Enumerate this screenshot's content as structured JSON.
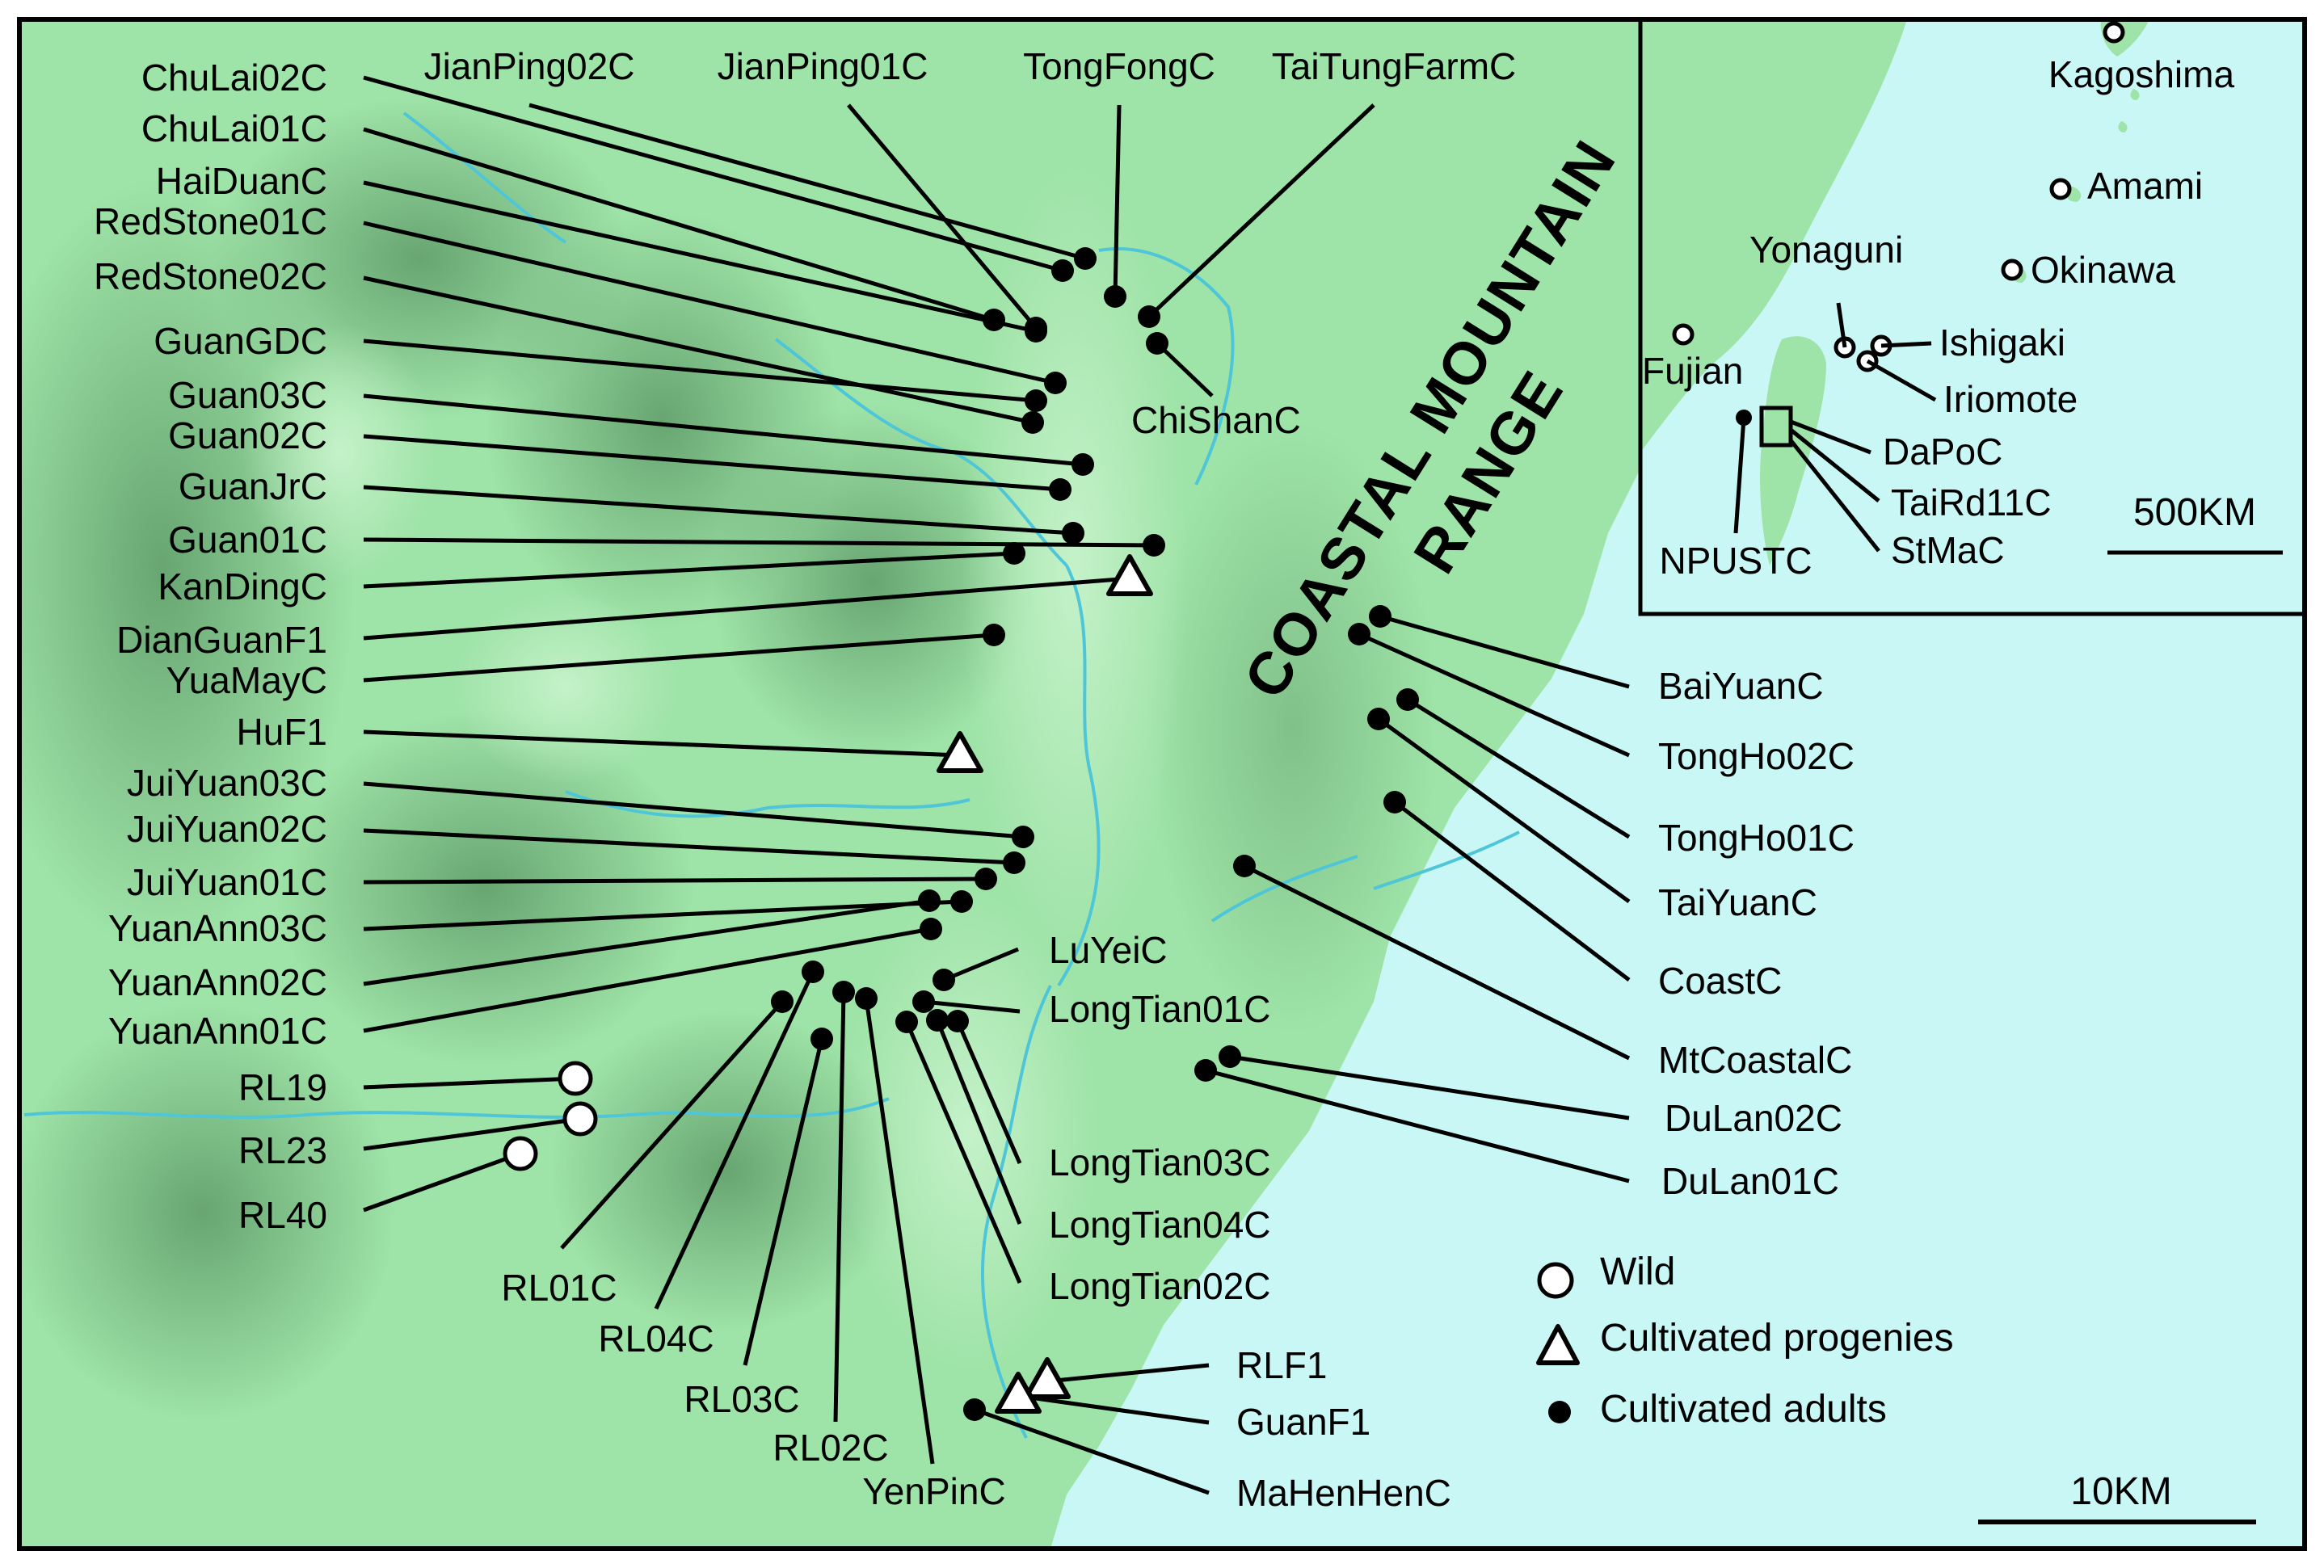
{
  "colors": {
    "sea": "#c8f7f5",
    "land": "#9ee3a7",
    "land_dark": "#6fae7a",
    "river": "#4ec6d8",
    "frame": "#000000"
  },
  "region_label": {
    "line1": "COASTAL MOUNTAIN",
    "line2": "RANGE"
  },
  "scale_main": "10KM",
  "scale_inset": "500KM",
  "legend": [
    {
      "symbol": "wild",
      "label": "Wild"
    },
    {
      "symbol": "progeny",
      "label": "Cultivated progenies"
    },
    {
      "symbol": "adult",
      "label": "Cultivated adults"
    }
  ],
  "inset_places": [
    {
      "name": "Kagoshima",
      "symbol": "open-circle"
    },
    {
      "name": "Amami",
      "symbol": "open-circle"
    },
    {
      "name": "Okinawa",
      "symbol": "open-circle"
    },
    {
      "name": "Yonaguni",
      "symbol": "open-circle"
    },
    {
      "name": "Ishigaki",
      "symbol": "open-circle"
    },
    {
      "name": "Iriomote",
      "symbol": "open-circle"
    },
    {
      "name": "Fujian",
      "symbol": "open-circle"
    },
    {
      "name": "DaPoC",
      "symbol": "study-area-box"
    },
    {
      "name": "TaiRd11C",
      "symbol": "study-area-box"
    },
    {
      "name": "StMaC",
      "symbol": "study-area-box"
    },
    {
      "name": "NPUSTC",
      "symbol": "dot"
    }
  ],
  "sites": [
    {
      "name": "ChuLai02C",
      "type": "adult"
    },
    {
      "name": "ChuLai01C",
      "type": "adult"
    },
    {
      "name": "HaiDuanC",
      "type": "adult"
    },
    {
      "name": "RedStone01C",
      "type": "adult"
    },
    {
      "name": "RedStone02C",
      "type": "adult"
    },
    {
      "name": "GuanGDC",
      "type": "adult"
    },
    {
      "name": "Guan03C",
      "type": "adult"
    },
    {
      "name": "Guan02C",
      "type": "adult"
    },
    {
      "name": "GuanJrC",
      "type": "adult"
    },
    {
      "name": "Guan01C",
      "type": "adult"
    },
    {
      "name": "KanDingC",
      "type": "adult"
    },
    {
      "name": "DianGuanF1",
      "type": "progeny"
    },
    {
      "name": "YuaMayC",
      "type": "adult"
    },
    {
      "name": "HuF1",
      "type": "progeny"
    },
    {
      "name": "JuiYuan03C",
      "type": "adult"
    },
    {
      "name": "JuiYuan02C",
      "type": "adult"
    },
    {
      "name": "JuiYuan01C",
      "type": "adult"
    },
    {
      "name": "YuanAnn03C",
      "type": "adult"
    },
    {
      "name": "YuanAnn02C",
      "type": "adult"
    },
    {
      "name": "YuanAnn01C",
      "type": "adult"
    },
    {
      "name": "RL19",
      "type": "wild"
    },
    {
      "name": "RL23",
      "type": "wild"
    },
    {
      "name": "RL40",
      "type": "wild"
    },
    {
      "name": "JianPing02C",
      "type": "adult"
    },
    {
      "name": "JianPing01C",
      "type": "adult"
    },
    {
      "name": "TongFongC",
      "type": "adult"
    },
    {
      "name": "TaiTungFarmC",
      "type": "adult"
    },
    {
      "name": "ChiShanC",
      "type": "adult"
    },
    {
      "name": "LuYeiC",
      "type": "adult"
    },
    {
      "name": "LongTian01C",
      "type": "adult"
    },
    {
      "name": "LongTian03C",
      "type": "adult"
    },
    {
      "name": "LongTian04C",
      "type": "adult"
    },
    {
      "name": "LongTian02C",
      "type": "adult"
    },
    {
      "name": "RL01C",
      "type": "adult"
    },
    {
      "name": "RL04C",
      "type": "adult"
    },
    {
      "name": "RL03C",
      "type": "adult"
    },
    {
      "name": "RL02C",
      "type": "adult"
    },
    {
      "name": "YenPinC",
      "type": "adult"
    },
    {
      "name": "RLF1",
      "type": "progeny"
    },
    {
      "name": "GuanF1",
      "type": "progeny"
    },
    {
      "name": "MaHenHenC",
      "type": "adult"
    },
    {
      "name": "BaiYuanC",
      "type": "adult"
    },
    {
      "name": "TongHo02C",
      "type": "adult"
    },
    {
      "name": "TongHo01C",
      "type": "adult"
    },
    {
      "name": "TaiYuanC",
      "type": "adult"
    },
    {
      "name": "CoastC",
      "type": "adult"
    },
    {
      "name": "MtCoastalC",
      "type": "adult"
    },
    {
      "name": "DuLan02C",
      "type": "adult"
    },
    {
      "name": "DuLan01C",
      "type": "adult"
    }
  ]
}
